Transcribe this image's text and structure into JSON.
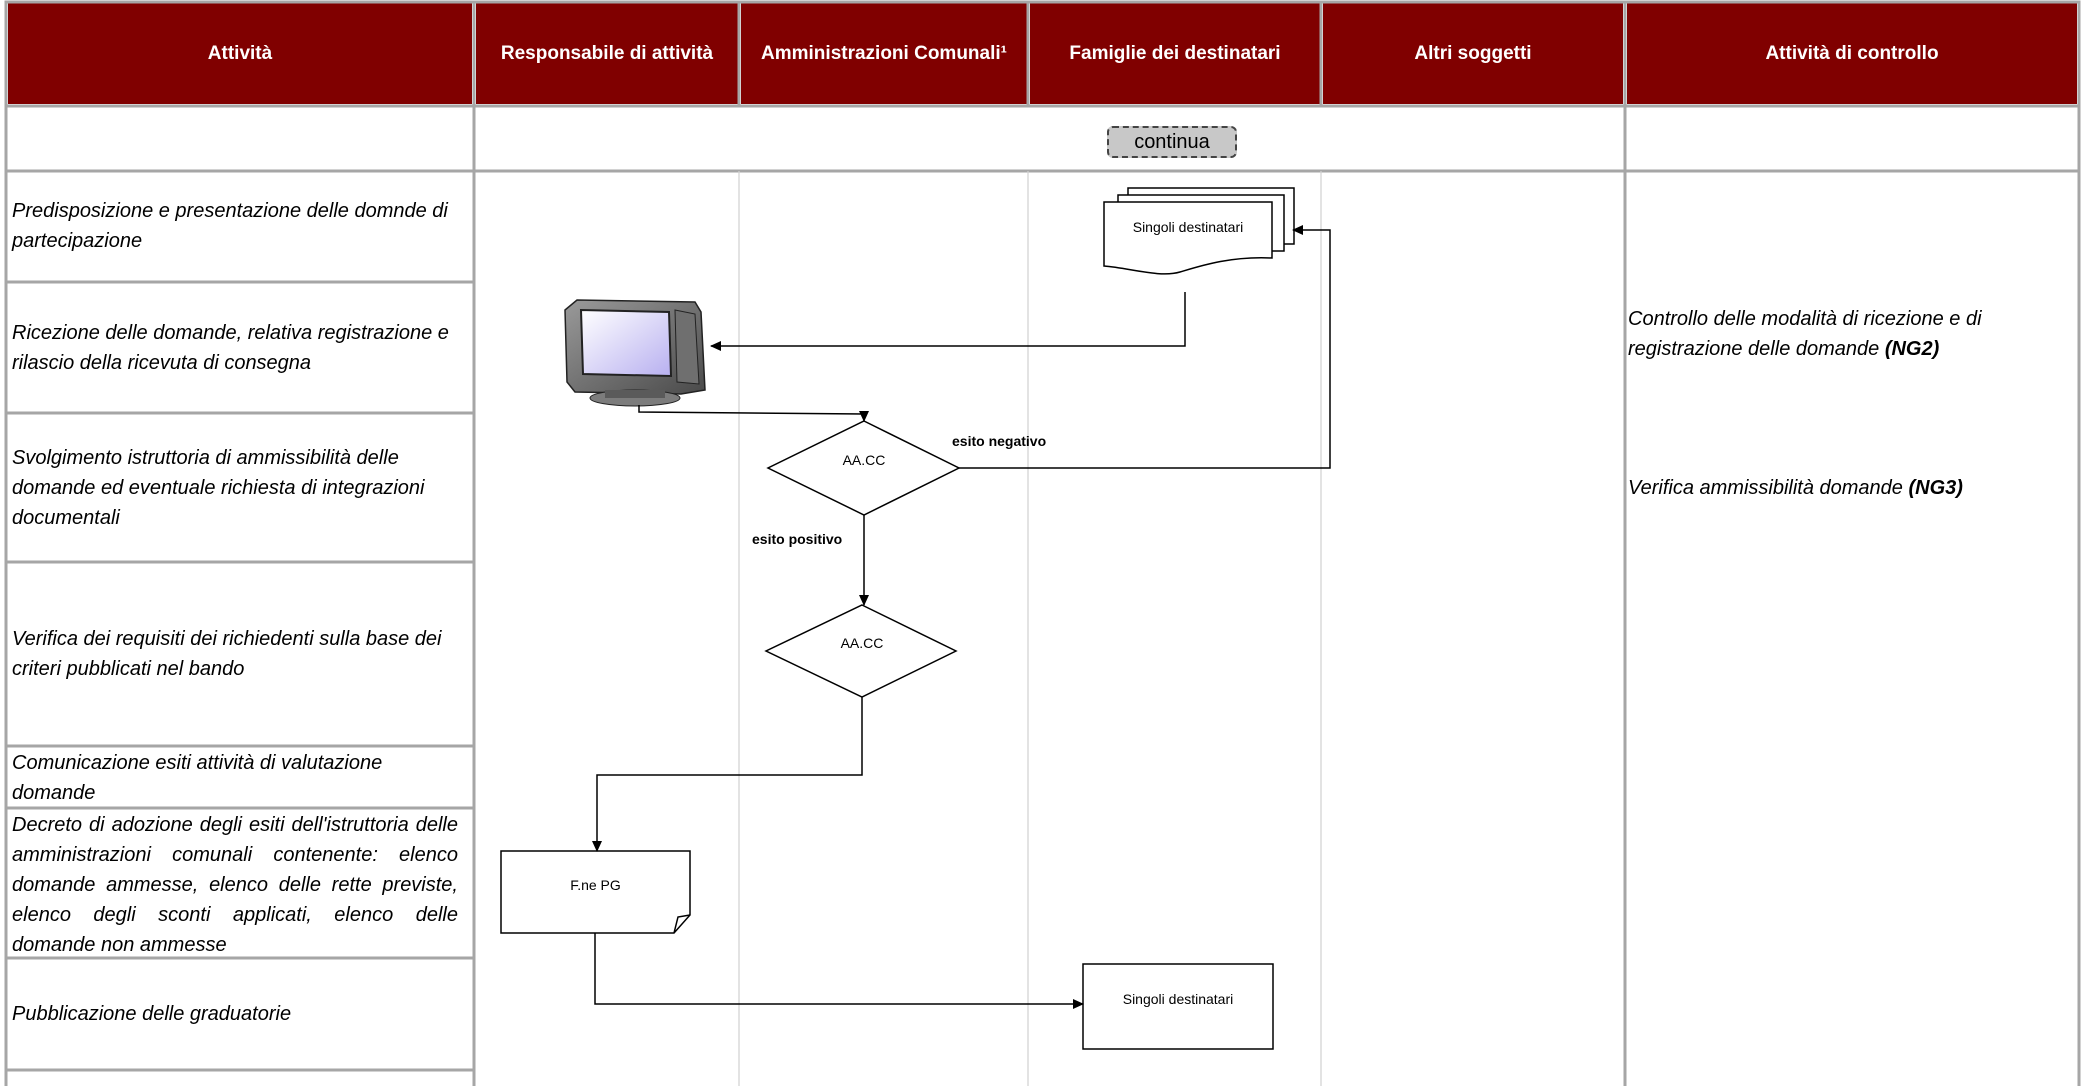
{
  "header": {
    "col1": "Attività",
    "col2": "Responsabile di attività",
    "col3": "Amministrazioni Comunali¹",
    "col4": "Famiglie dei destinatari",
    "col5": "Altri soggetti",
    "col6": "Attività di controllo"
  },
  "continua_label": "continua",
  "activities": [
    "Predisposizione e presentazione delle domnde di partecipazione",
    "Ricezione delle domande, relativa registrazione e rilascio della ricevuta di consegna",
    "Svolgimento istruttoria di ammissibilità delle domande ed eventuale richiesta di integrazioni documentali",
    "Verifica dei requisiti dei richiedenti  sulla base dei criteri pubblicati nel bando",
    "Comunicazione esiti attività di valutazione domande",
    "Decreto di adozione degli esiti dell'istruttoria delle amministrazioni comunali contenente: elenco domande ammesse, elenco delle rette previste, elenco degli sconti applicati, elenco delle domande non ammesse",
    "Pubblicazione delle graduatorie"
  ],
  "controls": {
    "c1_text": "Controllo delle modalità di ricezione e di registrazione delle domande ",
    "c1_code": "(NG2)",
    "c2_text": "Verifica ammissibilità domande ",
    "c2_code": "(NG3)"
  },
  "shapes": {
    "doc_multi": "Singoli destinatari",
    "diamond1": "AA.CC",
    "diamond2": "AA.CC",
    "doc_fpg": "F.ne PG",
    "box_dest": "Singoli destinatari"
  },
  "labels": {
    "esito_negativo": "esito negativo",
    "esito_positivo": "esito positivo"
  },
  "colors": {
    "header_bg": "#800000",
    "header_text": "#ffffff",
    "grid": "#a6a6a6",
    "continua_bg": "#c8c8c8"
  }
}
